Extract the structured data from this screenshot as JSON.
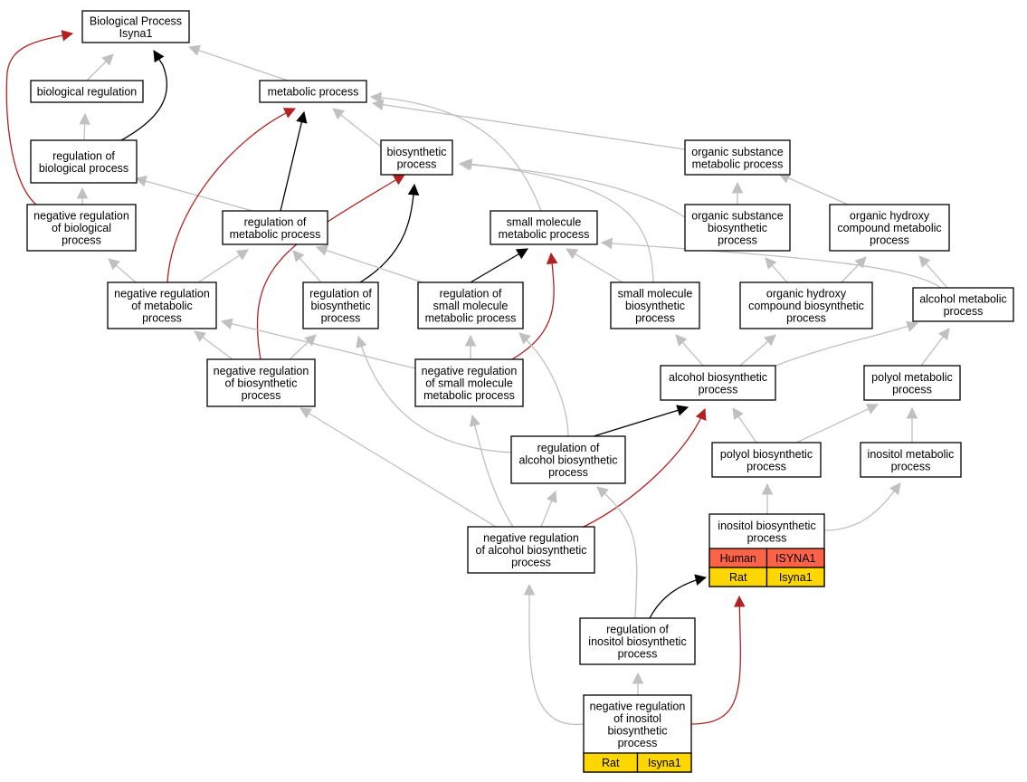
{
  "graph": {
    "edge_colors": {
      "is_a": "#c0c0c0",
      "regulates": "#000000",
      "negatively_regulates": "#b22222"
    },
    "species_colors": {
      "Human": "#ff6347",
      "Rat": "#ffd700"
    },
    "nodes": [
      {
        "id": "bp",
        "lines": [
          "Biological Process",
          "Isyna1"
        ]
      },
      {
        "id": "bio_reg",
        "lines": [
          "biological regulation"
        ]
      },
      {
        "id": "met",
        "lines": [
          "metabolic process"
        ]
      },
      {
        "id": "reg_bio",
        "lines": [
          "regulation of",
          "biological process"
        ]
      },
      {
        "id": "biosyn",
        "lines": [
          "biosynthetic",
          "process"
        ]
      },
      {
        "id": "org_sub_met",
        "lines": [
          "organic substance",
          "metabolic process"
        ]
      },
      {
        "id": "neg_reg_bio",
        "lines": [
          "negative regulation",
          "of biological",
          "process"
        ]
      },
      {
        "id": "reg_met",
        "lines": [
          "regulation of",
          "metabolic process"
        ]
      },
      {
        "id": "sm_met",
        "lines": [
          "small molecule",
          "metabolic process"
        ]
      },
      {
        "id": "org_sub_bios",
        "lines": [
          "organic substance",
          "biosynthetic",
          "process"
        ]
      },
      {
        "id": "org_hyd_met",
        "lines": [
          "organic hydroxy",
          "compound metabolic",
          "process"
        ]
      },
      {
        "id": "neg_reg_met",
        "lines": [
          "negative regulation",
          "of metabolic",
          "process"
        ]
      },
      {
        "id": "reg_bios",
        "lines": [
          "regulation of",
          "biosynthetic",
          "process"
        ]
      },
      {
        "id": "reg_sm_met",
        "lines": [
          "regulation of",
          "small molecule",
          "metabolic process"
        ]
      },
      {
        "id": "sm_bios",
        "lines": [
          "small molecule",
          "biosynthetic",
          "process"
        ]
      },
      {
        "id": "org_hyd_bios",
        "lines": [
          "organic hydroxy",
          "compound biosynthetic",
          "process"
        ]
      },
      {
        "id": "alc_met",
        "lines": [
          "alcohol metabolic",
          "process"
        ]
      },
      {
        "id": "neg_reg_bios",
        "lines": [
          "negative regulation",
          "of biosynthetic",
          "process"
        ]
      },
      {
        "id": "neg_reg_sm_met",
        "lines": [
          "negative regulation",
          "of small molecule",
          "metabolic process"
        ]
      },
      {
        "id": "alc_bios",
        "lines": [
          "alcohol biosynthetic",
          "process"
        ]
      },
      {
        "id": "poly_met",
        "lines": [
          "polyol metabolic",
          "process"
        ]
      },
      {
        "id": "reg_alc_bios",
        "lines": [
          "regulation of",
          "alcohol biosynthetic",
          "process"
        ]
      },
      {
        "id": "poly_bios",
        "lines": [
          "polyol biosynthetic",
          "process"
        ]
      },
      {
        "id": "ino_met",
        "lines": [
          "inositol metabolic",
          "process"
        ]
      },
      {
        "id": "ino_bios",
        "lines": [
          "inositol biosynthetic",
          "process"
        ],
        "annotations": [
          [
            "Human",
            "ISYNA1"
          ],
          [
            "Rat",
            "Isyna1"
          ]
        ]
      },
      {
        "id": "neg_reg_alc_bios",
        "lines": [
          "negative regulation",
          "of alcohol biosynthetic",
          "process"
        ]
      },
      {
        "id": "reg_ino_bios",
        "lines": [
          "regulation of",
          "inositol biosynthetic",
          "process"
        ]
      },
      {
        "id": "neg_reg_ino_bios",
        "lines": [
          "negative regulation",
          "of inositol",
          "biosynthetic",
          "process"
        ],
        "annotations": [
          [
            "Rat",
            "Isyna1"
          ]
        ]
      }
    ],
    "edges": [
      {
        "from": "bio_reg",
        "to": "bp",
        "type": "is_a"
      },
      {
        "from": "met",
        "to": "bp",
        "type": "is_a"
      },
      {
        "from": "reg_bio",
        "to": "bio_reg",
        "type": "is_a"
      },
      {
        "from": "reg_bio",
        "to": "bp",
        "type": "regulates"
      },
      {
        "from": "neg_reg_bio",
        "to": "reg_bio",
        "type": "is_a"
      },
      {
        "from": "neg_reg_bio",
        "to": "bp",
        "type": "negatively_regulates"
      },
      {
        "from": "biosyn",
        "to": "met",
        "type": "is_a"
      },
      {
        "from": "org_sub_met",
        "to": "met",
        "type": "is_a"
      },
      {
        "from": "sm_met",
        "to": "met",
        "type": "is_a"
      },
      {
        "from": "reg_met",
        "to": "reg_bio",
        "type": "is_a"
      },
      {
        "from": "reg_met",
        "to": "met",
        "type": "regulates"
      },
      {
        "from": "org_sub_bios",
        "to": "org_sub_met",
        "type": "is_a"
      },
      {
        "from": "org_sub_bios",
        "to": "biosyn",
        "type": "is_a"
      },
      {
        "from": "org_hyd_met",
        "to": "org_sub_met",
        "type": "is_a"
      },
      {
        "from": "neg_reg_met",
        "to": "neg_reg_bio",
        "type": "is_a"
      },
      {
        "from": "neg_reg_met",
        "to": "reg_met",
        "type": "is_a"
      },
      {
        "from": "neg_reg_met",
        "to": "met",
        "type": "negatively_regulates"
      },
      {
        "from": "reg_bios",
        "to": "reg_met",
        "type": "is_a"
      },
      {
        "from": "reg_bios",
        "to": "biosyn",
        "type": "regulates"
      },
      {
        "from": "reg_sm_met",
        "to": "reg_met",
        "type": "is_a"
      },
      {
        "from": "reg_sm_met",
        "to": "sm_met",
        "type": "regulates"
      },
      {
        "from": "sm_bios",
        "to": "sm_met",
        "type": "is_a"
      },
      {
        "from": "sm_bios",
        "to": "biosyn",
        "type": "is_a"
      },
      {
        "from": "org_hyd_bios",
        "to": "org_sub_bios",
        "type": "is_a"
      },
      {
        "from": "org_hyd_bios",
        "to": "org_hyd_met",
        "type": "is_a"
      },
      {
        "from": "alc_met",
        "to": "sm_met",
        "type": "is_a"
      },
      {
        "from": "alc_met",
        "to": "org_hyd_met",
        "type": "is_a"
      },
      {
        "from": "neg_reg_bios",
        "to": "neg_reg_met",
        "type": "is_a"
      },
      {
        "from": "neg_reg_bios",
        "to": "reg_bios",
        "type": "is_a"
      },
      {
        "from": "neg_reg_bios",
        "to": "biosyn",
        "type": "negatively_regulates"
      },
      {
        "from": "neg_reg_sm_met",
        "to": "neg_reg_met",
        "type": "is_a"
      },
      {
        "from": "neg_reg_sm_met",
        "to": "reg_sm_met",
        "type": "is_a"
      },
      {
        "from": "neg_reg_sm_met",
        "to": "sm_met",
        "type": "negatively_regulates"
      },
      {
        "from": "alc_bios",
        "to": "sm_bios",
        "type": "is_a"
      },
      {
        "from": "alc_bios",
        "to": "org_hyd_bios",
        "type": "is_a"
      },
      {
        "from": "alc_bios",
        "to": "alc_met",
        "type": "is_a"
      },
      {
        "from": "poly_met",
        "to": "alc_met",
        "type": "is_a"
      },
      {
        "from": "reg_alc_bios",
        "to": "reg_bios",
        "type": "is_a"
      },
      {
        "from": "reg_alc_bios",
        "to": "reg_sm_met",
        "type": "is_a"
      },
      {
        "from": "reg_alc_bios",
        "to": "alc_bios",
        "type": "regulates"
      },
      {
        "from": "poly_bios",
        "to": "alc_bios",
        "type": "is_a"
      },
      {
        "from": "poly_bios",
        "to": "poly_met",
        "type": "is_a"
      },
      {
        "from": "ino_met",
        "to": "poly_met",
        "type": "is_a"
      },
      {
        "from": "ino_bios",
        "to": "poly_bios",
        "type": "is_a"
      },
      {
        "from": "ino_bios",
        "to": "ino_met",
        "type": "is_a"
      },
      {
        "from": "neg_reg_alc_bios",
        "to": "neg_reg_bios",
        "type": "is_a"
      },
      {
        "from": "neg_reg_alc_bios",
        "to": "neg_reg_sm_met",
        "type": "is_a"
      },
      {
        "from": "neg_reg_alc_bios",
        "to": "reg_alc_bios",
        "type": "is_a"
      },
      {
        "from": "neg_reg_alc_bios",
        "to": "alc_bios",
        "type": "negatively_regulates"
      },
      {
        "from": "reg_ino_bios",
        "to": "reg_alc_bios",
        "type": "is_a"
      },
      {
        "from": "reg_ino_bios",
        "to": "ino_bios",
        "type": "regulates"
      },
      {
        "from": "neg_reg_ino_bios",
        "to": "reg_ino_bios",
        "type": "is_a"
      },
      {
        "from": "neg_reg_ino_bios",
        "to": "neg_reg_alc_bios",
        "type": "is_a"
      },
      {
        "from": "neg_reg_ino_bios",
        "to": "ino_bios",
        "type": "negatively_regulates"
      }
    ]
  }
}
